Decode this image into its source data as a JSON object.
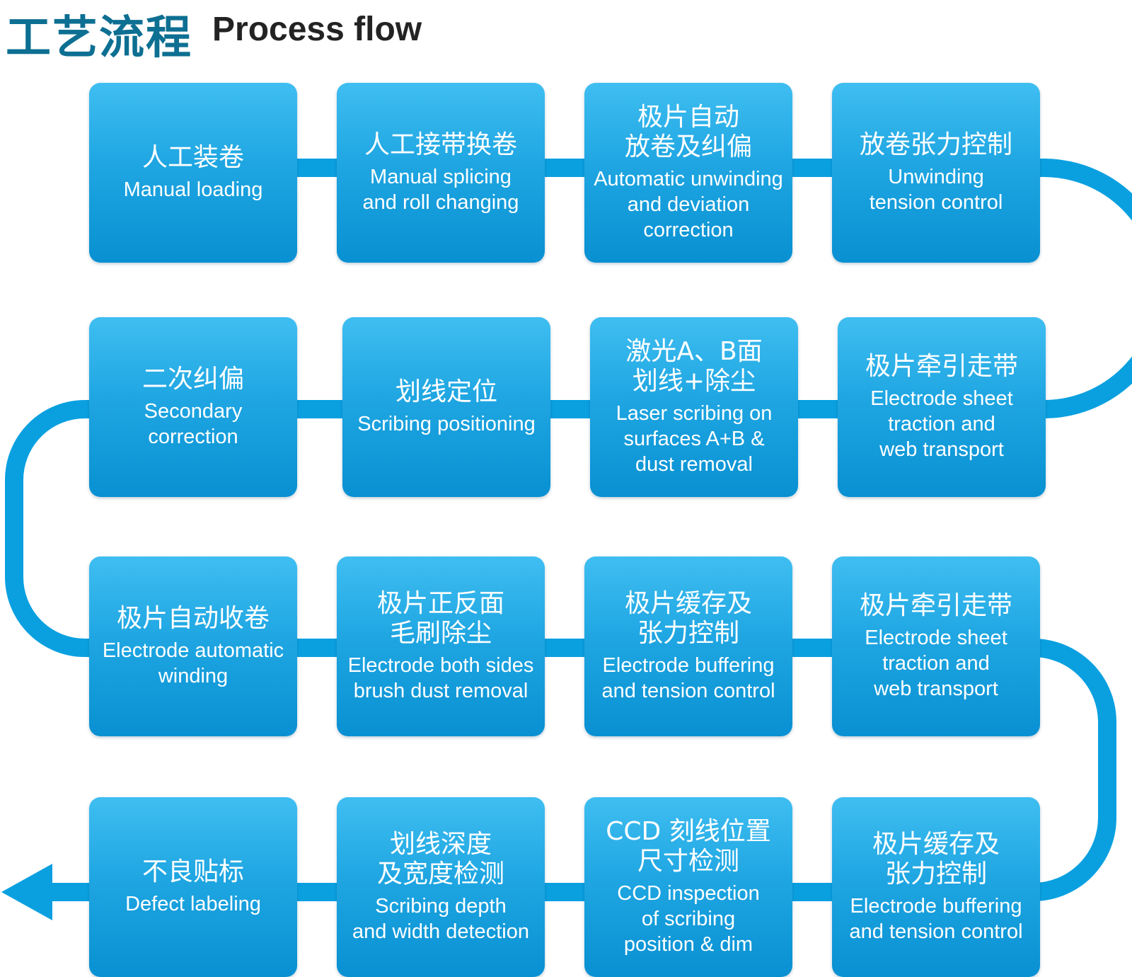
{
  "header": {
    "title_zh": "工艺流程",
    "title_en": "Process flow"
  },
  "colors": {
    "title_zh": "#0d6f92",
    "title_en": "#232323",
    "box_top": "#3fbef1",
    "box_bottom": "#0890d2",
    "connector": "#0aa0e0"
  },
  "steps": [
    {
      "zh": "人工装卷",
      "en": "Manual loading"
    },
    {
      "zh": "人工接带换卷",
      "en": "Manual splicing\nand roll changing"
    },
    {
      "zh": "极片自动\n放卷及纠偏",
      "en": "Automatic unwinding\nand deviation\ncorrection"
    },
    {
      "zh": "放卷张力控制",
      "en": "Unwinding\ntension control"
    },
    {
      "zh": "二次纠偏",
      "en": "Secondary\ncorrection"
    },
    {
      "zh": "划线定位",
      "en": "Scribing positioning"
    },
    {
      "zh": "激光A、B面\n划线+除尘",
      "en": "Laser scribing on\nsurfaces A+B &\ndust removal"
    },
    {
      "zh": "极片牵引走带",
      "en": "Electrode sheet\ntraction and\nweb transport"
    },
    {
      "zh": "极片自动收卷",
      "en": "Electrode automatic\nwinding"
    },
    {
      "zh": "极片正反面\n毛刷除尘",
      "en": "Electrode both sides\nbrush dust removal"
    },
    {
      "zh": "极片缓存及\n张力控制",
      "en": "Electrode buffering\nand tension control"
    },
    {
      "zh": "极片牵引走带",
      "en": "Electrode sheet\ntraction and\nweb transport"
    },
    {
      "zh": "不良贴标",
      "en": "Defect labeling"
    },
    {
      "zh": "划线深度\n及宽度检测",
      "en": "Scribing depth\nand width detection"
    },
    {
      "zh": "CCD 刻线位置\n尺寸检测",
      "en": "CCD inspection\nof scribing\nposition & dim"
    },
    {
      "zh": "极片缓存及\n张力控制",
      "en": "Electrode buffering\nand tension control"
    }
  ]
}
